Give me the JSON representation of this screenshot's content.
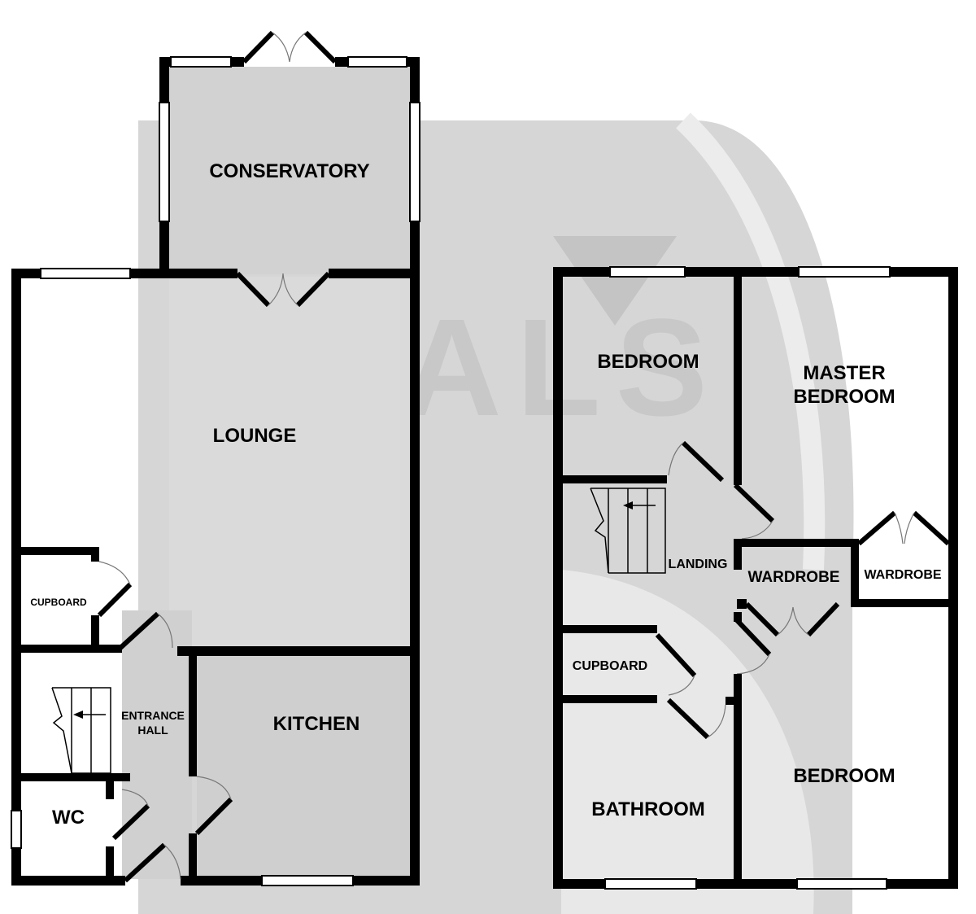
{
  "watermark": {
    "text": "BEALS",
    "color": "#bdbdbd",
    "panel_color": "#d9d9d9"
  },
  "colors": {
    "wall": "#000000",
    "room_fill": "#e4e4e4",
    "window": "#ffffff"
  },
  "ground_floor": {
    "rooms": {
      "conservatory": "CONSERVATORY",
      "lounge": "LOUNGE",
      "cupboard": "CUPBOARD",
      "entrance_hall_line1": "ENTRANCE",
      "entrance_hall_line2": "HALL",
      "kitchen": "KITCHEN",
      "wc": "WC"
    }
  },
  "first_floor": {
    "rooms": {
      "bedroom_1": "BEDROOM",
      "master_bedroom_line1": "MASTER",
      "master_bedroom_line2": "BEDROOM",
      "landing": "LANDING",
      "wardrobe_1": "WARDROBE",
      "wardrobe_2": "WARDROBE",
      "cupboard": "CUPBOARD",
      "bathroom": "BATHROOM",
      "bedroom_2": "BEDROOM"
    }
  }
}
